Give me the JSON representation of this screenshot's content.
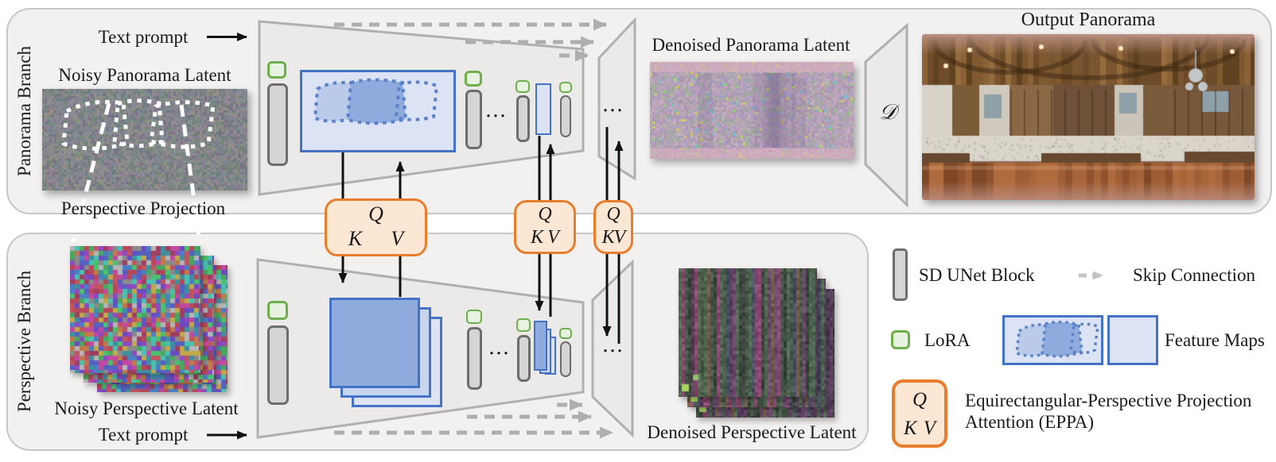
{
  "panorama_branch": {
    "label": "Panorama Branch",
    "text_prompt_label": "Text prompt",
    "noisy_latent_label": "Noisy Panorama Latent",
    "perspective_projection_label": "Perspective Projection",
    "denoised_latent_label": "Denoised Panorama Latent",
    "decoder_symbol": "𝒟",
    "output_label": "Output Panorama"
  },
  "perspective_branch": {
    "label": "Perspective Branch",
    "text_prompt_label": "Text prompt",
    "noisy_latent_label": "Noisy Perspective Latent",
    "denoised_latent_label": "Denoised Perspective Latent"
  },
  "eppa_modules": {
    "q": "Q",
    "k": "K",
    "v": "V",
    "kv_joined": "KV"
  },
  "ellipsis": "···",
  "legend": {
    "sd_unet_block": "SD UNet Block",
    "skip_connection": "Skip Connection",
    "lora": "LoRA",
    "feature_maps": "Feature Maps",
    "eppa_description_line1": "Equirectangular-Perspective Projection",
    "eppa_description_line2": "Attention (EPPA)"
  },
  "colors": {
    "container_fill": "#f2f1f0",
    "container_border": "#c9c6c6",
    "unet_trapezoid_fill": "#ebeae8",
    "unet_trapezoid_border": "#b2afaf",
    "sd_block_fill": "#d7d4d4",
    "sd_block_border": "#6f6c6c",
    "lora_fill": "#e7f2e0",
    "lora_border": "#6fae4c",
    "feature_map_light": "#dbe3f4",
    "feature_map_medium": "#8faadc",
    "feature_map_border": "#4472c4",
    "eppa_fill": "#fce6d4",
    "eppa_border": "#e87d2e",
    "skip_connection_gray": "#b0adad",
    "arrow_black": "#111111"
  }
}
